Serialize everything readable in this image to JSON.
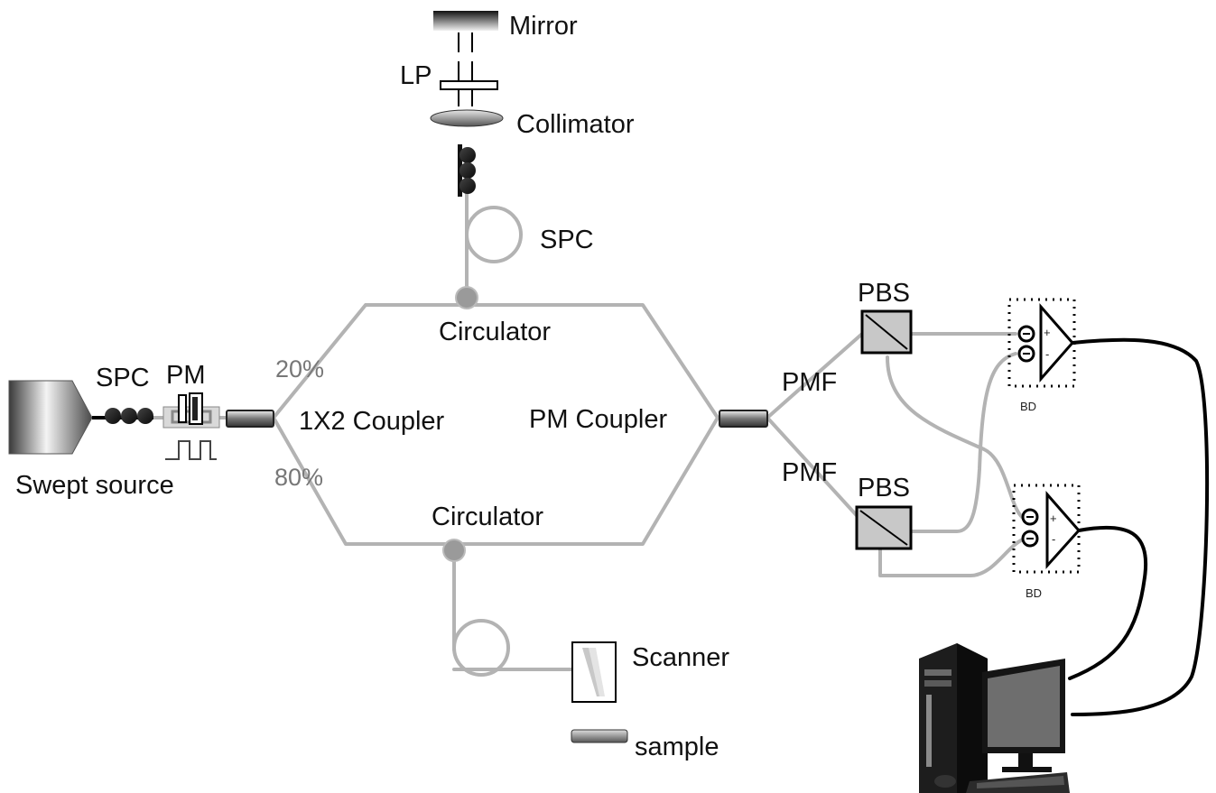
{
  "labels": {
    "mirror": "Mirror",
    "lp": "LP",
    "collimator": "Collimator",
    "spc_top": "SPC",
    "circulator_top": "Circulator",
    "circulator_bottom": "Circulator",
    "spc_left": "SPC",
    "pm": "PM",
    "pct_20": "20%",
    "pct_80": "80%",
    "coupler_1x2": "1X2 Coupler",
    "pm_coupler": "PM Coupler",
    "swept_source": "Swept source",
    "pmf_top": "PMF",
    "pmf_bottom": "PMF",
    "pbs_top": "PBS",
    "pbs_bottom": "PBS",
    "bd_top": "BD",
    "bd_bottom": "BD",
    "scanner": "Scanner",
    "sample": "sample",
    "amp_plus": "+",
    "amp_minus": "-"
  },
  "colors": {
    "fiber": "#b3b3b3",
    "wire": "#000000",
    "text": "#111111",
    "percent_text": "#777777"
  }
}
